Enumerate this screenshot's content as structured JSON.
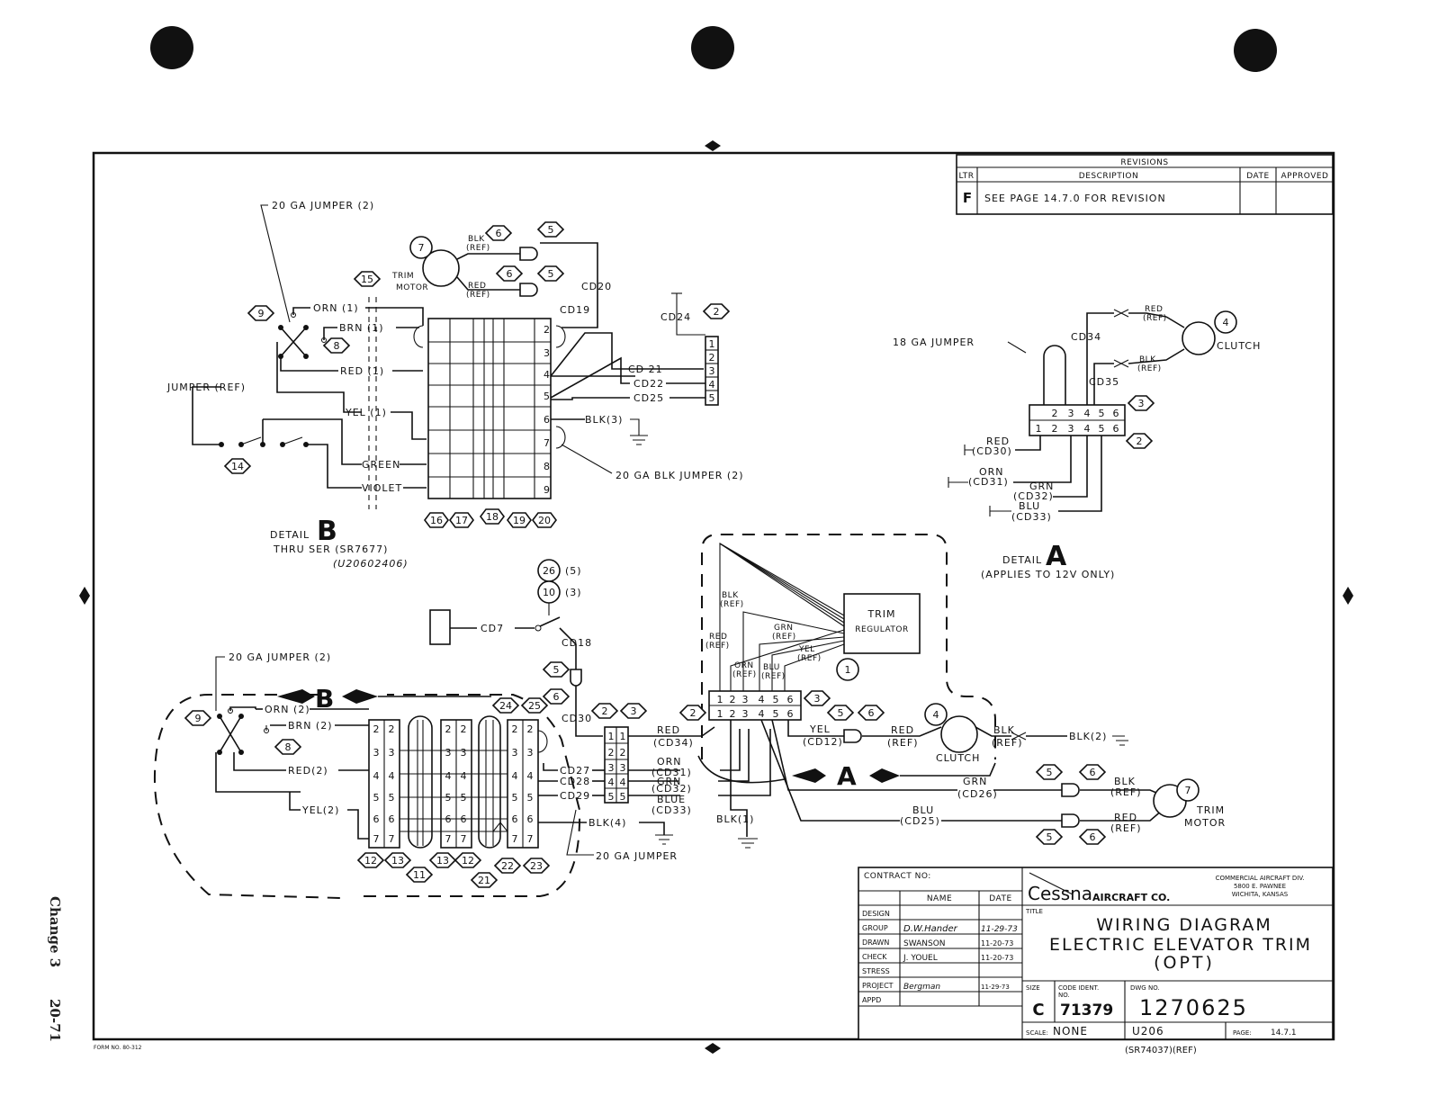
{
  "margin": {
    "change": "Change 3",
    "page_number": "20-71"
  },
  "revisions": {
    "heading": "REVISIONS",
    "columns": [
      "LTR",
      "DESCRIPTION",
      "DATE",
      "APPROVED"
    ],
    "row": {
      "ltr": "F",
      "description": "SEE PAGE 14.7.0 FOR REVISION",
      "date": "",
      "approved": ""
    }
  },
  "detail_b": {
    "jumper_top": "20 GA JUMPER (2)",
    "jumper_ref": "JUMPER (REF)",
    "wires": [
      "ORN (1)",
      "BRN (1)",
      "RED (1)",
      "YEL (1)",
      "GREEN",
      "VIOLET"
    ],
    "blk_jumper": "20 GA BLK JUMPER (2)",
    "blk3": "BLK(3)",
    "pins": [
      "2",
      "3",
      "4",
      "5",
      "6",
      "7",
      "8",
      "9"
    ],
    "codes": [
      "CD19",
      "CD20",
      "CD24",
      "CD 21",
      "CD22",
      "CD25"
    ],
    "terminals": [
      "1",
      "2",
      "3",
      "4",
      "5"
    ],
    "motor": [
      "TRIM",
      "MOTOR"
    ],
    "blk_ref": [
      "BLK",
      "(REF)"
    ],
    "red_ref": [
      "RED",
      "(REF)"
    ],
    "caption": {
      "word": "DETAIL",
      "letter": "B",
      "line1": "THRU SER (SR7677)",
      "line2": "(U20602406)"
    },
    "callouts": [
      "7",
      "6",
      "5",
      "6",
      "5",
      "2",
      "15",
      "9",
      "8",
      "14",
      "16",
      "17",
      "18",
      "19",
      "20"
    ]
  },
  "detail_a": {
    "jumper": "18 GA JUMPER",
    "codes": [
      "CD34",
      "CD35"
    ],
    "red_ref": [
      "RED",
      "(REF)"
    ],
    "blk_ref": [
      "BLK",
      "(REF)"
    ],
    "clutch": "CLUTCH",
    "top_pins": [
      "2",
      "3",
      "4",
      "5",
      "6"
    ],
    "bottom_pins": [
      "1",
      "2",
      "3",
      "4",
      "5",
      "6"
    ],
    "wires": [
      [
        "RED",
        "(CD30)"
      ],
      [
        "ORN",
        "(CD31)"
      ],
      [
        "GRN",
        "(CD32)"
      ],
      [
        "BLU",
        "(CD33)"
      ]
    ],
    "caption": {
      "word": "DETAIL",
      "letter": "A",
      "line1": "(APPLIES TO 12V ONLY)"
    },
    "callouts": [
      "4",
      "3",
      "2"
    ]
  },
  "main": {
    "cd7": "CD7",
    "cd18": "CD18",
    "cd30": "CD30",
    "callout_26": "26",
    "qty_5": "(5)",
    "callout_10": "10",
    "qty_3": "(3)",
    "jumper_top": "20 GA JUMPER (2)",
    "marker_b": "B",
    "marker_a": "A",
    "wires_left": [
      "ORN (2)",
      "BRN (2)",
      "RED(2)",
      "YEL(2)"
    ],
    "codes_mid": [
      "CD27",
      "CD28",
      "CD29"
    ],
    "blk4": "BLK(4)",
    "jumper_bottom": "20 GA JUMPER",
    "right_wires": [
      [
        "RED",
        "(CD34)"
      ],
      [
        "ORN",
        "(CD31)"
      ],
      [
        "GRN",
        "(CD32)"
      ],
      [
        "BLUE",
        "(CD33)"
      ]
    ],
    "regulator": [
      "TRIM",
      "REGULATOR"
    ],
    "reg_wires": [
      [
        "BLK",
        "(REF)"
      ],
      [
        "RED",
        "(REF)"
      ],
      [
        "ORN",
        "(REF)"
      ],
      [
        "GRN",
        "(REF)"
      ],
      [
        "BLU",
        "(REF)"
      ],
      [
        "YEL",
        "(REF)"
      ]
    ],
    "plug_top": [
      "1",
      "2",
      "3",
      "4",
      "5",
      "6"
    ],
    "plug_bottom": [
      "1",
      "2",
      "3",
      "4",
      "5",
      "6"
    ],
    "yel_cd12": [
      "YEL",
      "(CD12)"
    ],
    "red_ref": [
      "RED",
      "(REF)"
    ],
    "blk_ref": [
      "BLK",
      "(REF)"
    ],
    "blk2": "BLK(2)",
    "clutch": "CLUTCH",
    "grn_cd26": [
      "GRN",
      "(CD26)"
    ],
    "blu_cd25": [
      "BLU",
      "(CD25)"
    ],
    "blk1": "BLK(1)",
    "motor": [
      "TRIM",
      "MOTOR"
    ],
    "motor_blk": [
      "BLK",
      "(REF)"
    ],
    "motor_red": [
      "RED",
      "(REF)"
    ],
    "connector_pins": [
      "2",
      "3",
      "4",
      "5",
      "6",
      "7"
    ],
    "small_pins": [
      "1",
      "2",
      "3",
      "4",
      "5"
    ],
    "callouts": [
      "9",
      "8",
      "24",
      "25",
      "6",
      "5",
      "2",
      "3",
      "2",
      "1",
      "3",
      "5",
      "6",
      "4",
      "5",
      "6",
      "7",
      "5",
      "6",
      "12",
      "13",
      "11",
      "13",
      "12",
      "21",
      "22",
      "23"
    ]
  },
  "title_block": {
    "contract": "CONTRACT NO:",
    "name_hdr": "NAME",
    "date_hdr": "DATE",
    "rows": [
      {
        "role": "DESIGN",
        "name": "",
        "date": ""
      },
      {
        "role": "GROUP",
        "name": "D.W.Hander",
        "date": "11-29-73"
      },
      {
        "role": "DRAWN",
        "name": "SWANSON",
        "date": "11-20-73"
      },
      {
        "role": "CHECK",
        "name": "J. YOUEL",
        "date": "11-20-73"
      },
      {
        "role": "STRESS",
        "name": "",
        "date": ""
      },
      {
        "role": "PROJECT",
        "name": "Bergman",
        "date": "11-29-73"
      },
      {
        "role": "APPD",
        "name": "",
        "date": ""
      }
    ],
    "logo": "Cessna",
    "company": "AIRCRAFT CO.",
    "division": [
      "COMMERCIAL AIRCRAFT DIV.",
      "5800 E. PAWNEE",
      "WICHITA, KANSAS"
    ],
    "title_label": "TITLE",
    "title_lines": [
      "WIRING DIAGRAM",
      "ELECTRIC ELEVATOR TRIM",
      "(OPT)"
    ],
    "size_label": "SIZE",
    "size": "C",
    "code_label": [
      "CODE IDENT.",
      "NO."
    ],
    "code": "71379",
    "dwg_label": "DWG NO.",
    "dwg": "1270625",
    "scale_label": "SCALE:",
    "scale": "NONE",
    "model": "U206",
    "page_label": "PAGE:",
    "page": "14.7.1",
    "serial": "(SR74037)(REF)"
  },
  "form": "FORM NO. 80-312"
}
